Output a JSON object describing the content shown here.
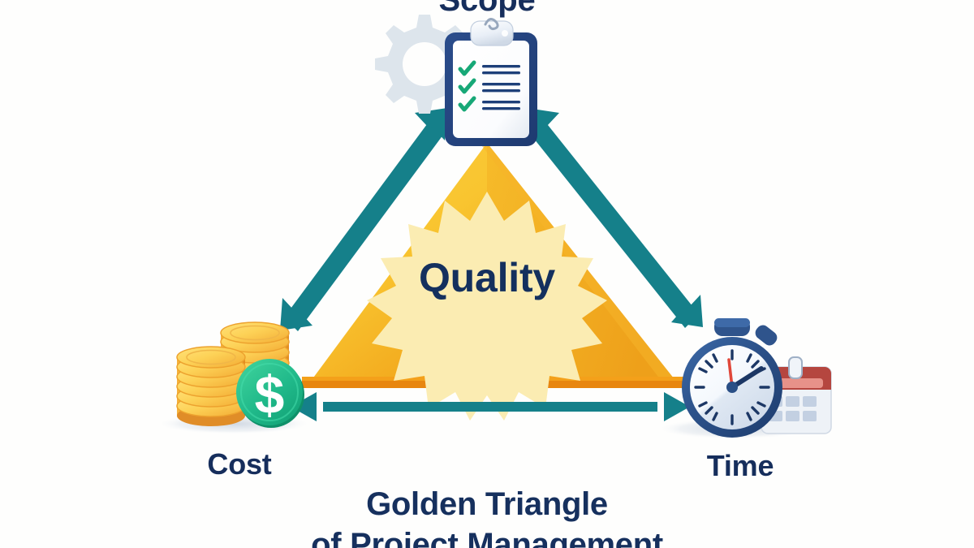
{
  "diagram": {
    "title_line1": "Golden Triangle",
    "title_line2": "of Project Management",
    "center_label": "Quality",
    "background_color": "#fefefd",
    "triangle_fill": "#f9c534",
    "triangle_fill_dark": "#f5a623",
    "triangle_base_edge": "#e8860f",
    "arrow_color": "#15808a",
    "text_color": "#16305e",
    "starburst_color": "#fbecb2"
  },
  "vertices": [
    {
      "id": "scope",
      "label": "Scope",
      "icon": "clipboard-checklist-icon",
      "secondary_icon": "gear-icon",
      "position": "top",
      "colors": {
        "clipboard_frame": "#23417a",
        "clipboard_paper": "#fafbfc",
        "check_mark": "#17a877",
        "line": "#1d3f79",
        "gear": "#dde5ec"
      }
    },
    {
      "id": "cost",
      "label": "Cost",
      "icon": "coin-stack-dollar-icon",
      "position": "bottom-left",
      "colors": {
        "coin_face": "#fdd55a",
        "coin_edge": "#f2a93b",
        "coin_rim": "#e08d28",
        "dollar_coin": "#21b98a",
        "dollar_coin_dark": "#129c72",
        "dollar_sign": "#ffffff",
        "shadow": "#e5e9ef"
      }
    },
    {
      "id": "time",
      "label": "Time",
      "icon": "stopwatch-icon",
      "secondary_icon": "calendar-icon",
      "position": "bottom-right",
      "colors": {
        "stopwatch_body": "#2a4f86",
        "stopwatch_body_dark": "#1f3e6e",
        "dial": "#f2f6fb",
        "dial_shade": "#dde5f0",
        "tick": "#1c3765",
        "hand": "#1c3765",
        "second_hand": "#e0473a",
        "calendar_header": "#b5463f",
        "calendar_header_light": "#e79289",
        "calendar_body": "#eef2f7",
        "calendar_cell": "#c3d0e2",
        "shadow": "#e5e9ef"
      }
    }
  ],
  "arrows": [
    {
      "id": "arrow-scope-cost",
      "from": "Scope",
      "to": "Cost",
      "double_headed": true
    },
    {
      "id": "arrow-scope-time",
      "from": "Scope",
      "to": "Time",
      "double_headed": true
    },
    {
      "id": "arrow-cost-time",
      "from": "Cost",
      "to": "Time",
      "double_headed": true
    }
  ]
}
